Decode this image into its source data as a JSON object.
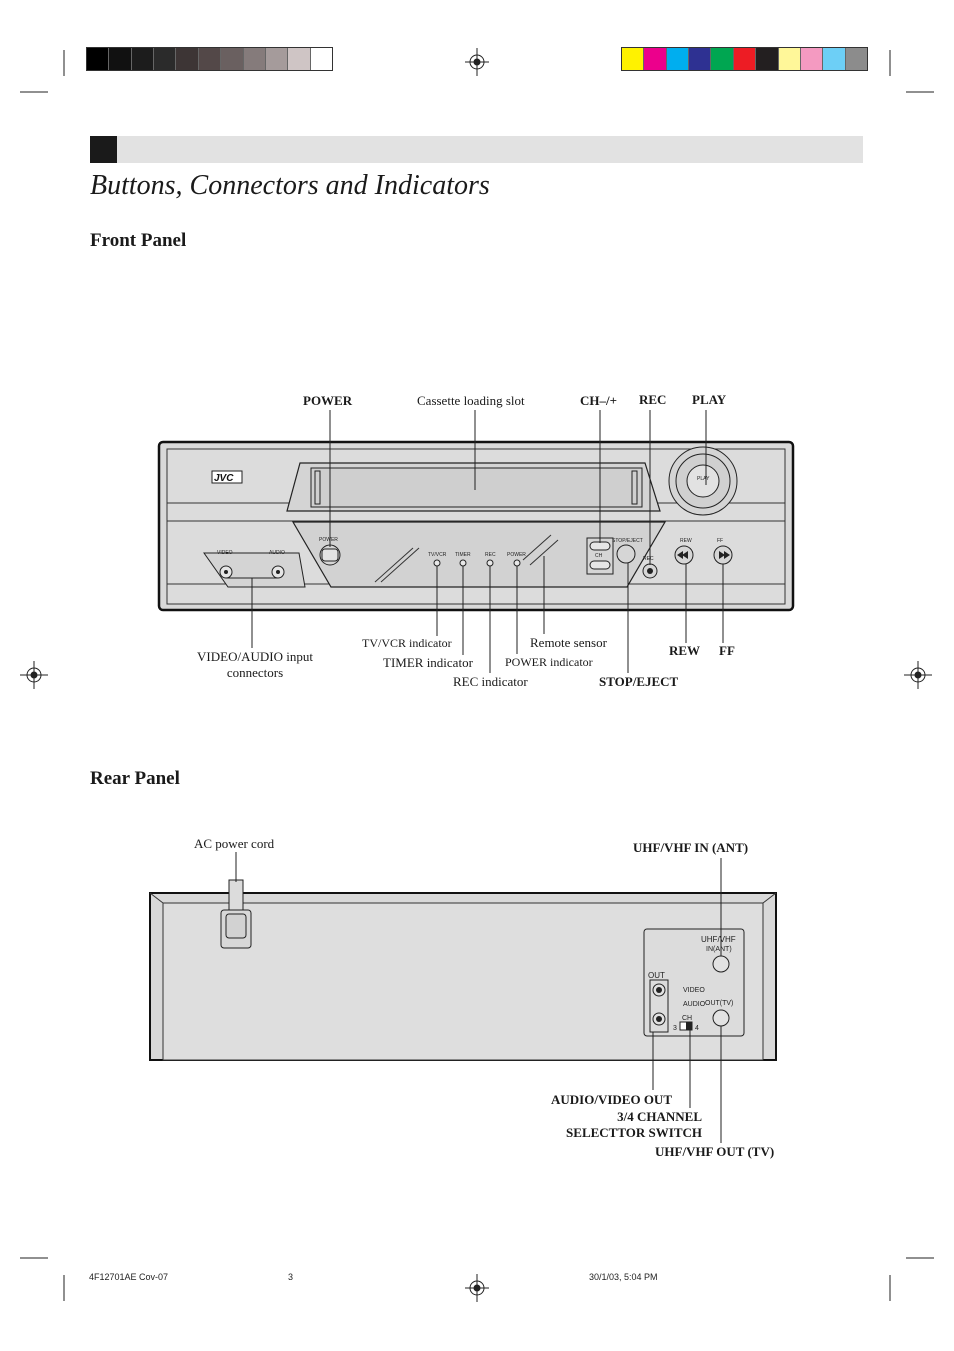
{
  "colors": {
    "gray_bar": [
      "#000000",
      "#111111",
      "#1c1c1c",
      "#2b2b2b",
      "#3d3535",
      "#534848",
      "#6a6060",
      "#857b7b",
      "#a59b9b",
      "#cfc5c5",
      "#ffffff"
    ],
    "color_bar": [
      "#fff200",
      "#ec008c",
      "#00aeef",
      "#2e3192",
      "#00a651",
      "#ed1c24",
      "#231f20",
      "#fff799",
      "#f49ac1",
      "#6dcff6",
      "#8c8c8c"
    ],
    "header_bar": "#e2e2e2",
    "header_block": "#1a1a1a"
  },
  "page": {
    "title": "Buttons, Connectors and Indicators"
  },
  "front_panel": {
    "heading": "Front Panel",
    "labels": {
      "power": "POWER",
      "cassette_slot": "Cassette loading slot",
      "ch": "CH–/+",
      "rec": "REC",
      "play": "PLAY",
      "video_audio_line1": "VIDEO/AUDIO input",
      "video_audio_line2": "connectors",
      "tv_vcr": "TV/VCR indicator",
      "timer": "TIMER indicator",
      "rec_indicator": "REC indicator",
      "remote_sensor": "Remote sensor",
      "power_indicator": "POWER indicator",
      "rew": "REW",
      "ff": "FF",
      "stop_eject": "STOP/EJECT"
    },
    "device": {
      "logo": "JVC",
      "video": "VIDEO",
      "audio": "AUDIO",
      "power": "POWER",
      "tv_vcr": "TV/VCR",
      "timer": "TIMER",
      "rec": "REC",
      "power_led": "POWER",
      "stop_eject": "STOP/EJECT",
      "ch": "CH",
      "rec_btn": "REC",
      "rew": "REW",
      "ff": "FF",
      "play": "PLAY"
    }
  },
  "rear_panel": {
    "heading": "Rear Panel",
    "labels": {
      "ac_cord": "AC power cord",
      "uhf_in": "UHF/VHF IN (ANT)",
      "av_out": "AUDIO/VIDEO OUT",
      "ch_switch_line1": "3/4 CHANNEL",
      "ch_switch_line2": "SELECTTOR SWITCH",
      "uhf_out": "UHF/VHF OUT (TV)"
    },
    "device": {
      "uhf_vhf": "UHF/VHF",
      "in_ant": "IN(ANT)",
      "out": "OUT",
      "video": "VIDEO",
      "audio": "AUDIO",
      "out_tv": "OUT(TV)",
      "ch": "CH",
      "ch3": "3",
      "ch4": "4"
    }
  },
  "footer": {
    "code": "4F12701AE  Cov-07",
    "page": "3",
    "date": "30/1/03, 5:04 PM"
  }
}
